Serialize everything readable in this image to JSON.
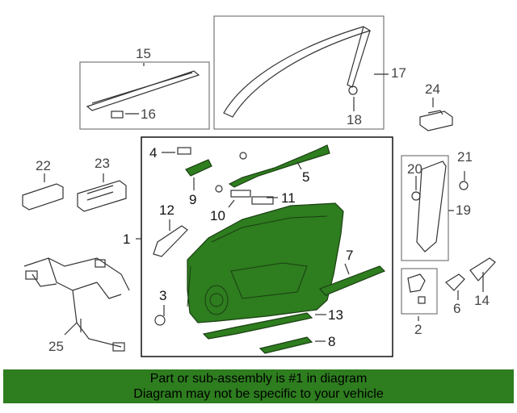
{
  "diagram": {
    "highlight_color": "#2e7d1f",
    "line_color": "#333333",
    "callouts": {
      "c1": "1",
      "c2": "2",
      "c3": "3",
      "c4": "4",
      "c5": "5",
      "c6": "6",
      "c7": "7",
      "c8": "8",
      "c9": "9",
      "c10": "10",
      "c11": "11",
      "c12": "12",
      "c13": "13",
      "c14": "14",
      "c15": "15",
      "c16": "16",
      "c17": "17",
      "c18": "18",
      "c19": "19",
      "c20": "20",
      "c21": "21",
      "c22": "22",
      "c23": "23",
      "c24": "24",
      "c25": "25"
    }
  },
  "footer": {
    "line1": "Part or sub-assembly is #1 in diagram",
    "line2": "Diagram may not be specific to your vehicle"
  }
}
